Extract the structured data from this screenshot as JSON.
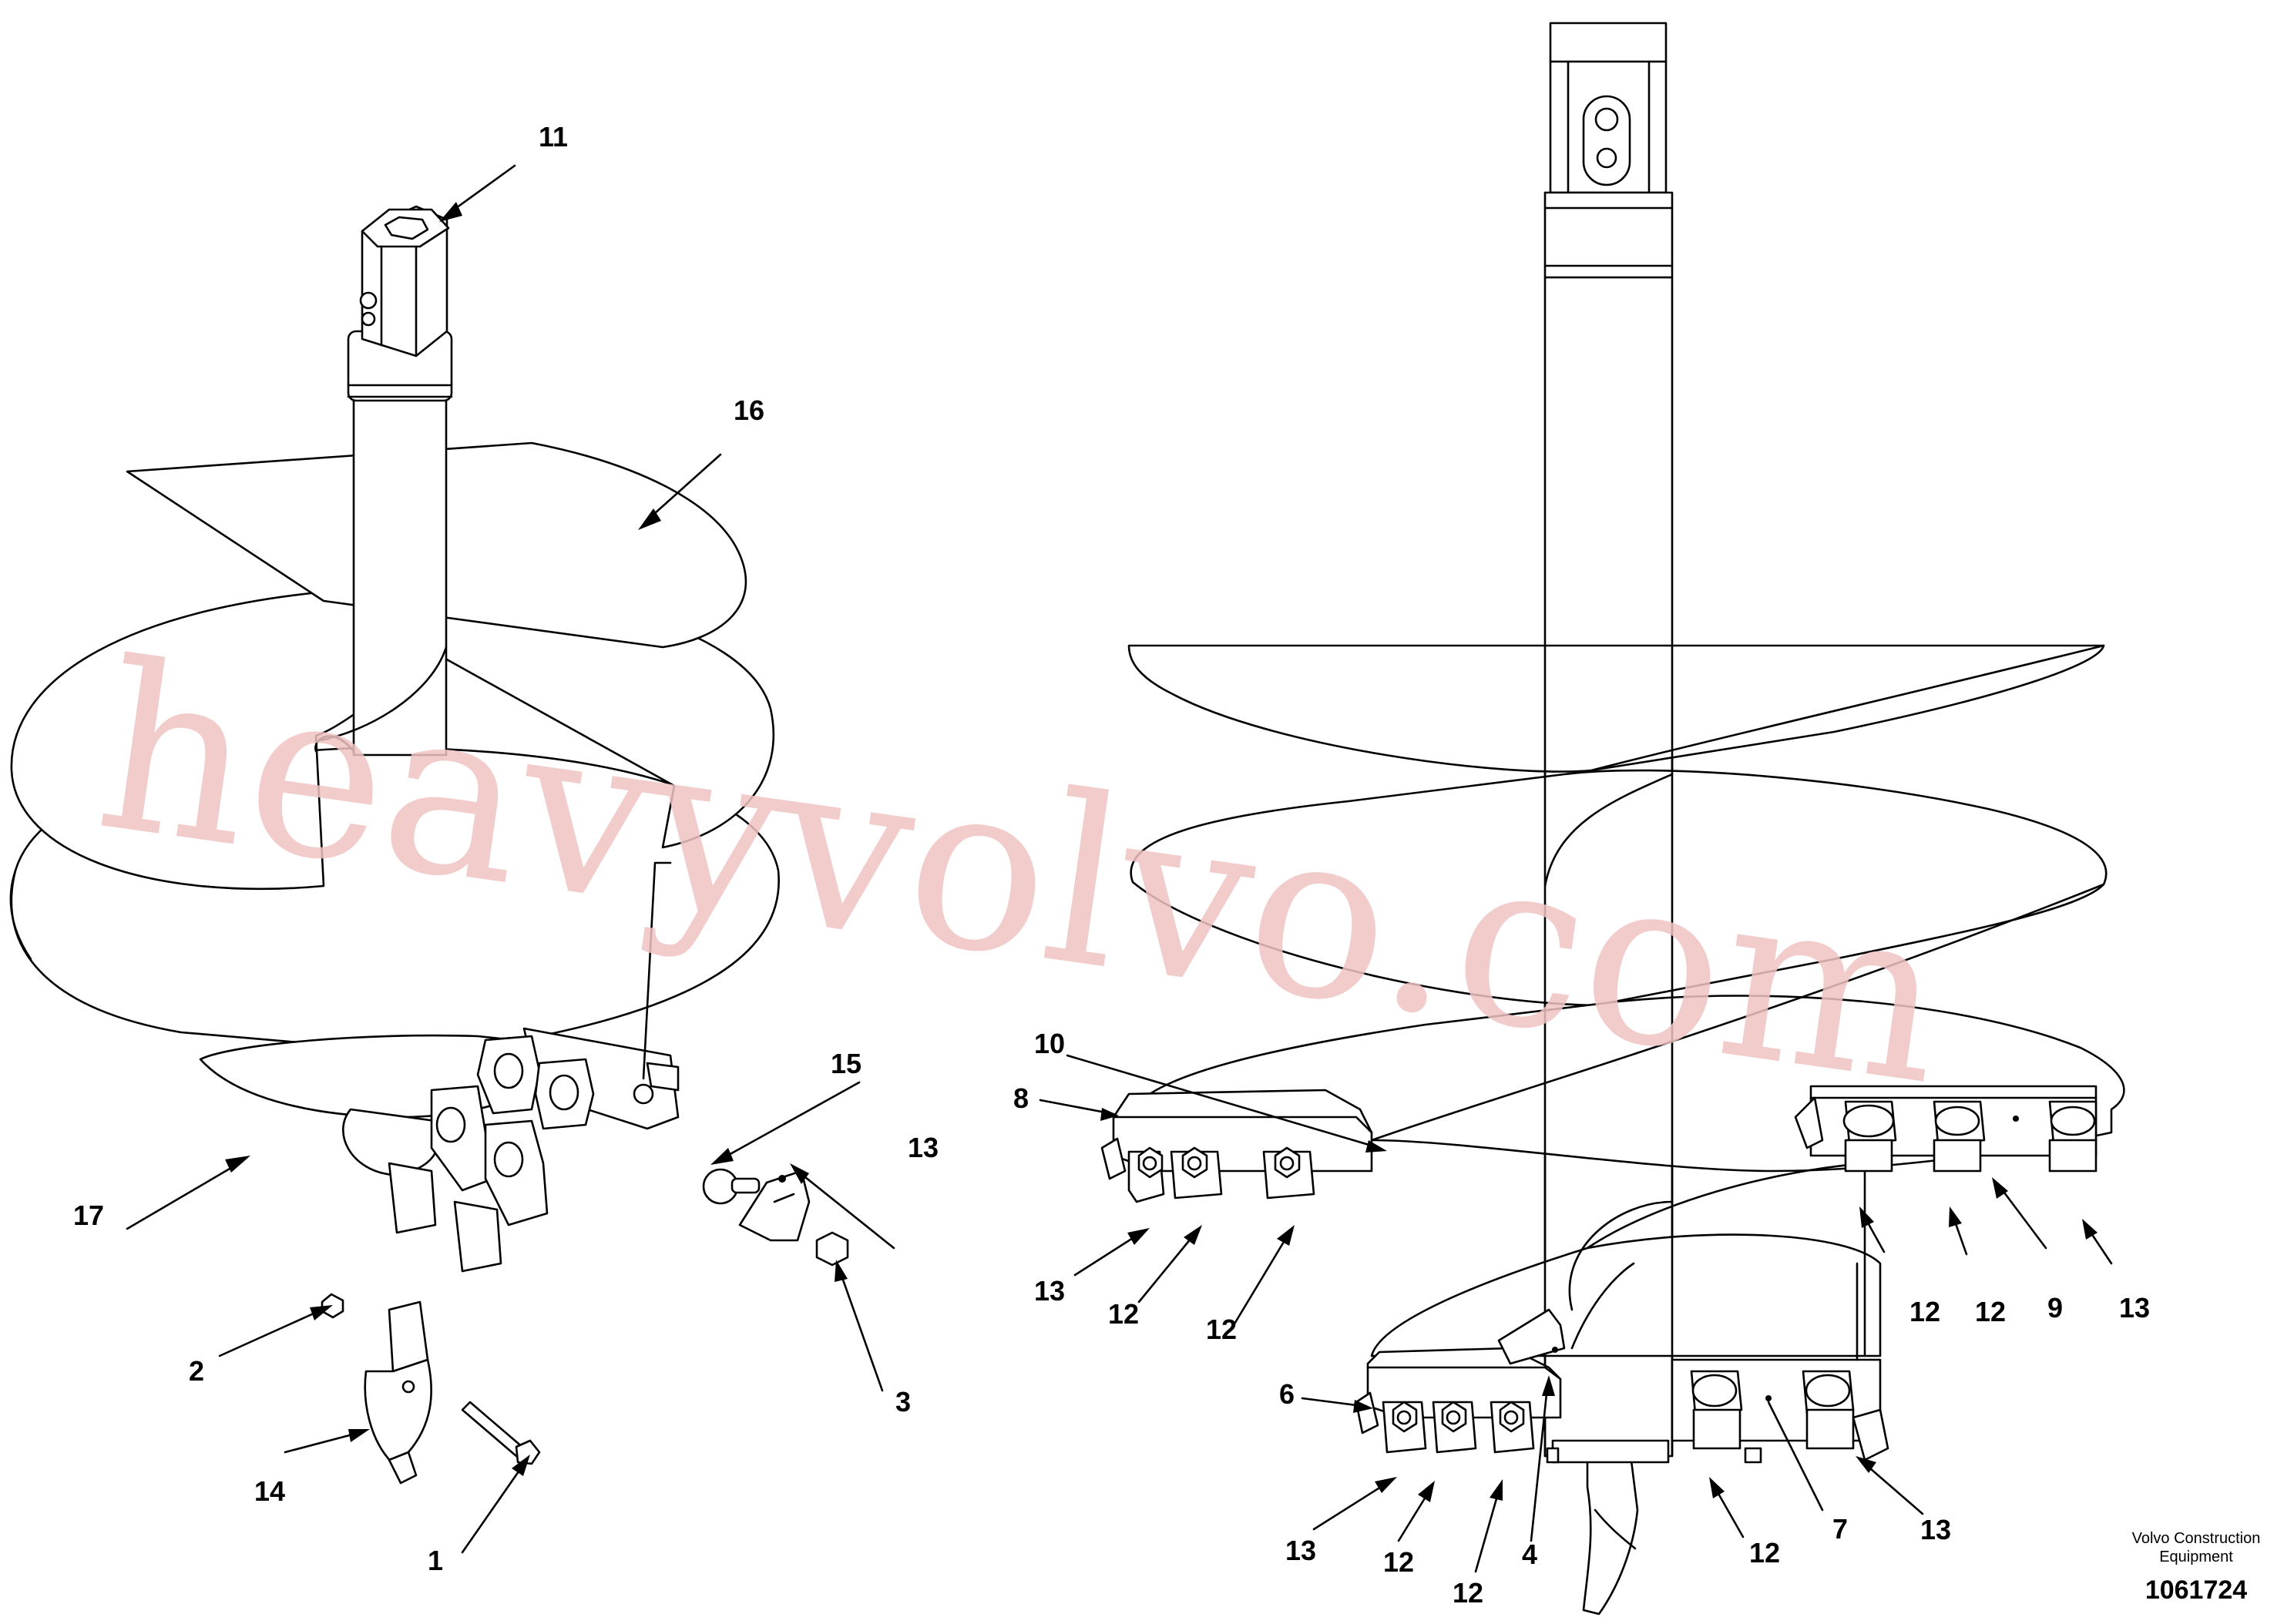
{
  "callouts": [
    {
      "label": "11"
    },
    {
      "label": "16"
    },
    {
      "label": "17"
    },
    {
      "label": "15"
    },
    {
      "label": "13"
    },
    {
      "label": "3"
    },
    {
      "label": "2"
    },
    {
      "label": "14"
    },
    {
      "label": "1"
    },
    {
      "label": "10"
    },
    {
      "label": "8"
    },
    {
      "label": "13"
    },
    {
      "label": "12"
    },
    {
      "label": "12"
    },
    {
      "label": "12"
    },
    {
      "label": "12"
    },
    {
      "label": "9"
    },
    {
      "label": "13"
    },
    {
      "label": "6"
    },
    {
      "label": "13"
    },
    {
      "label": "12"
    },
    {
      "label": "12"
    },
    {
      "label": "4"
    },
    {
      "label": "12"
    },
    {
      "label": "7"
    },
    {
      "label": "13"
    }
  ],
  "title_block": {
    "company_line1": "Volvo Construction",
    "company_line2": "Equipment",
    "drawing_number": "1061724"
  },
  "watermark": "heavyvolvo.com"
}
